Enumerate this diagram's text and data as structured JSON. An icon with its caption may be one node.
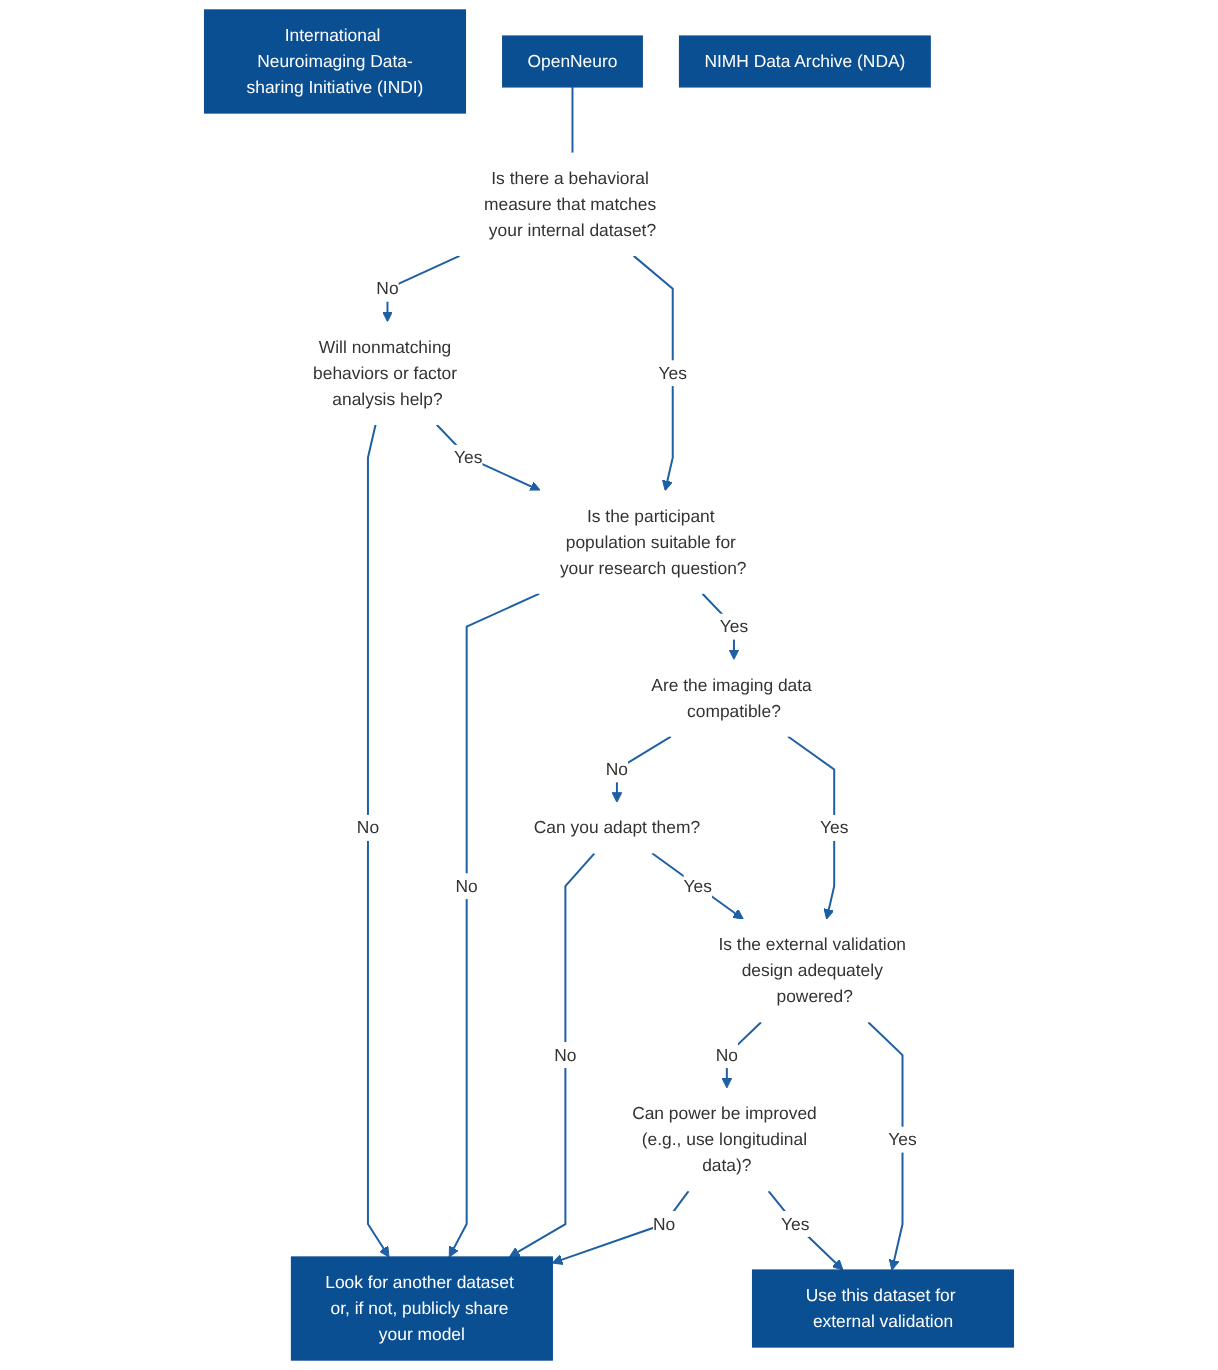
{
  "diagram": {
    "nodes": [
      {
        "text": [
          "International Neuroimaging Data-sharing Initiative (INDI)"
        ]
      },
      {
        "text": [
          "OpenNeuro"
        ]
      },
      {
        "text": [
          "NIMH Data Archive (NDA)"
        ]
      },
      {
        "text": [
          "Is there a behavioral measure that matches your internal dataset?"
        ]
      },
      {
        "text": [
          "Will nonmatching behaviors or factor analysis help?"
        ]
      },
      {
        "text": [
          "Is the participant population suitable for your research question?"
        ]
      },
      {
        "text": [
          "Are the imaging data compatible?"
        ]
      },
      {
        "text": [
          "Can you adapt them?"
        ]
      },
      {
        "text": [
          "Is the external validation design adequately powered?"
        ]
      },
      {
        "text": [
          "Can power be improved (e.g., use longitudinal data)?"
        ]
      },
      {
        "text": [
          "Use this dataset for external validation"
        ]
      },
      {
        "text": [
          "Look for another dataset or, if not, publicly share your model"
        ]
      }
    ],
    "edges": [
      {
        "from": 1,
        "to": 3,
        "arrow": "none"
      },
      {
        "from": 3,
        "to": 4,
        "label": "No",
        "arrow": "to"
      },
      {
        "from": 4,
        "to": 11,
        "label": "No",
        "arrow": "to"
      },
      {
        "from": 4,
        "to": 5,
        "label": "Yes",
        "arrow": "to"
      },
      {
        "from": 3,
        "to": 5,
        "label": "Yes",
        "arrow": "to"
      },
      {
        "from": 5,
        "to": 11,
        "label": "No",
        "arrow": "to"
      },
      {
        "from": 5,
        "to": 6,
        "label": "Yes",
        "arrow": "to"
      },
      {
        "from": 6,
        "to": 7,
        "label": "No",
        "arrow": "to"
      },
      {
        "from": 7,
        "to": 11,
        "label": "No",
        "arrow": "to"
      },
      {
        "from": 7,
        "to": 8,
        "label": "Yes",
        "arrow": "to"
      },
      {
        "from": 6,
        "to": 8,
        "label": "Yes",
        "arrow": "to"
      },
      {
        "from": 8,
        "to": 9,
        "label": "No",
        "arrow": "to"
      },
      {
        "from": 9,
        "to": 11,
        "label": "No",
        "arrow": "to"
      },
      {
        "from": 9,
        "to": 10,
        "label": "Yes",
        "arrow": "to"
      },
      {
        "from": 8,
        "to": 10,
        "label": "Yes",
        "arrow": "to"
      }
    ]
  }
}
